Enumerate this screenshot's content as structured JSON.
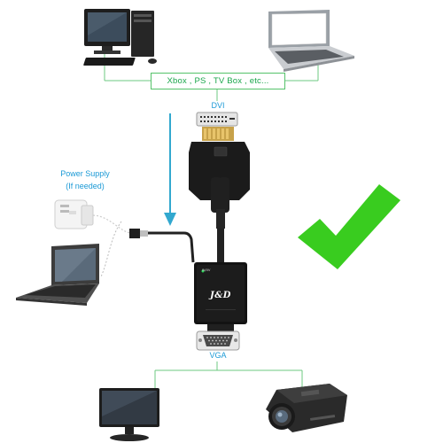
{
  "labels": {
    "sources": "Xbox , PS , TV Box , etc...",
    "dvi": "DVI",
    "vga": "VGA",
    "power_supply_line1": "Power Supply",
    "power_supply_line2": "(If needed)"
  },
  "adapter": {
    "brand": "J&D",
    "indicator": "IN/5V"
  },
  "colors": {
    "label_blue": "#1c9ad6",
    "label_green": "#1aa64b",
    "check_green": "#39cc1f",
    "arrow_blue": "#32a8cf",
    "bracket_green": "#6cc980"
  },
  "icons": [
    "desktop-computer-icon",
    "laptop-icon",
    "power-adapter-icon",
    "monitor-icon",
    "projector-icon",
    "checkmark-icon",
    "down-arrow-icon"
  ]
}
